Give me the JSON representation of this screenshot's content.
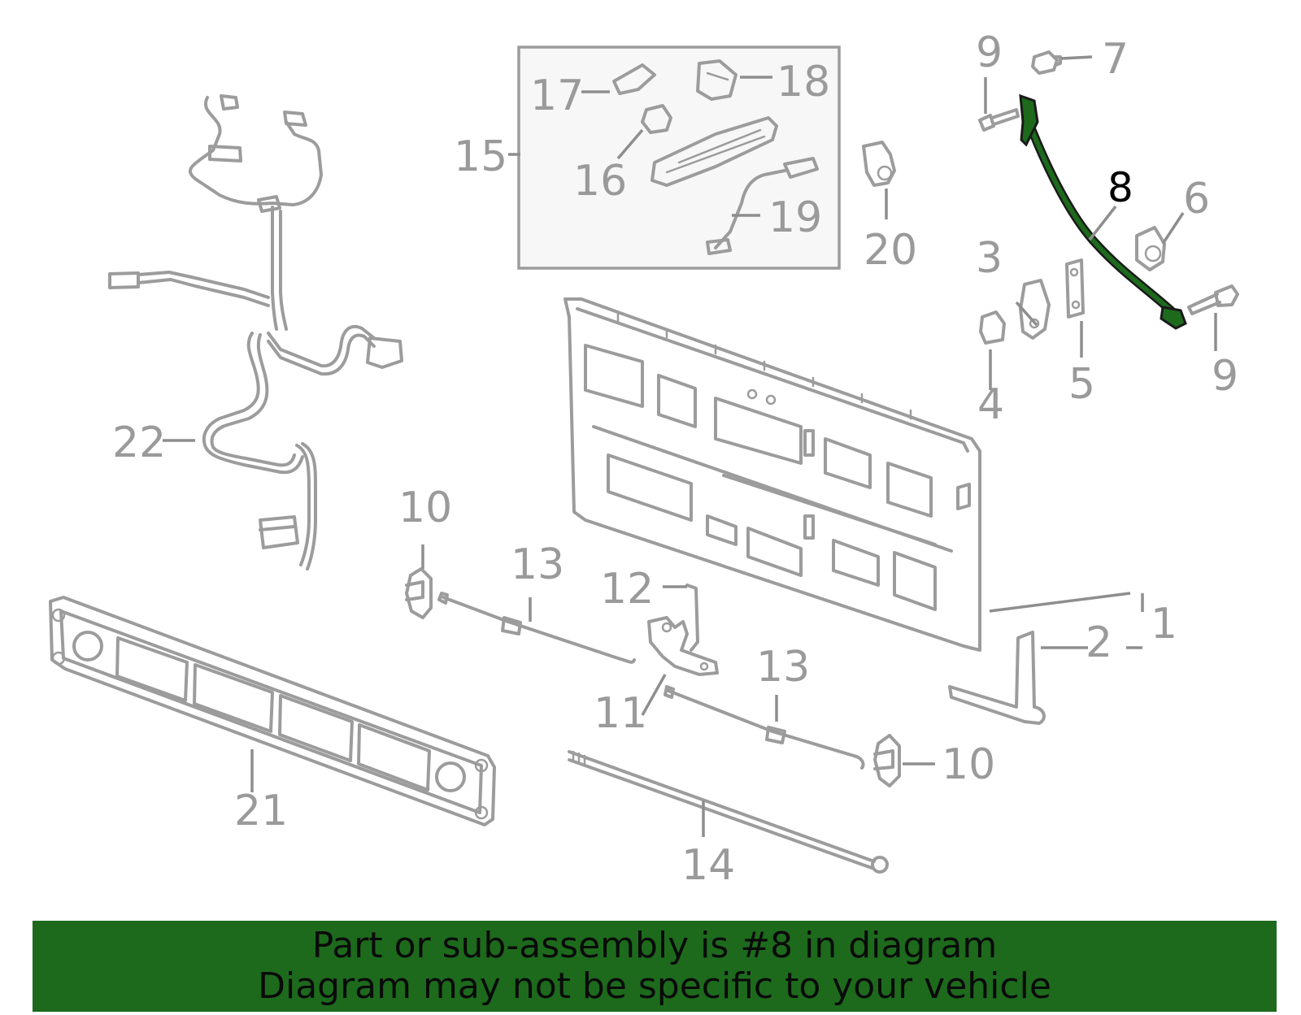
{
  "callouts": {
    "c1": "1",
    "c2": "2",
    "c3": "3",
    "c4": "4",
    "c5": "5",
    "c6": "6",
    "c7": "7",
    "c8": "8",
    "c9a": "9",
    "c9b": "9",
    "c10a": "10",
    "c10b": "10",
    "c11": "11",
    "c12": "12",
    "c13a": "13",
    "c13b": "13",
    "c14": "14",
    "c15": "15",
    "c16": "16",
    "c17": "17",
    "c18": "18",
    "c19": "19",
    "c20": "20",
    "c21": "21",
    "c22": "22"
  },
  "highlight": {
    "part_number": "8",
    "color": "#1d6a1d"
  },
  "colors": {
    "line": "#9c9c9c",
    "label": "#9a9a9a",
    "banner": "#1d6a1d"
  },
  "banner": {
    "line1": "Part or sub-assembly is #8 in diagram",
    "line2": "Diagram may not be specific to your vehicle"
  }
}
